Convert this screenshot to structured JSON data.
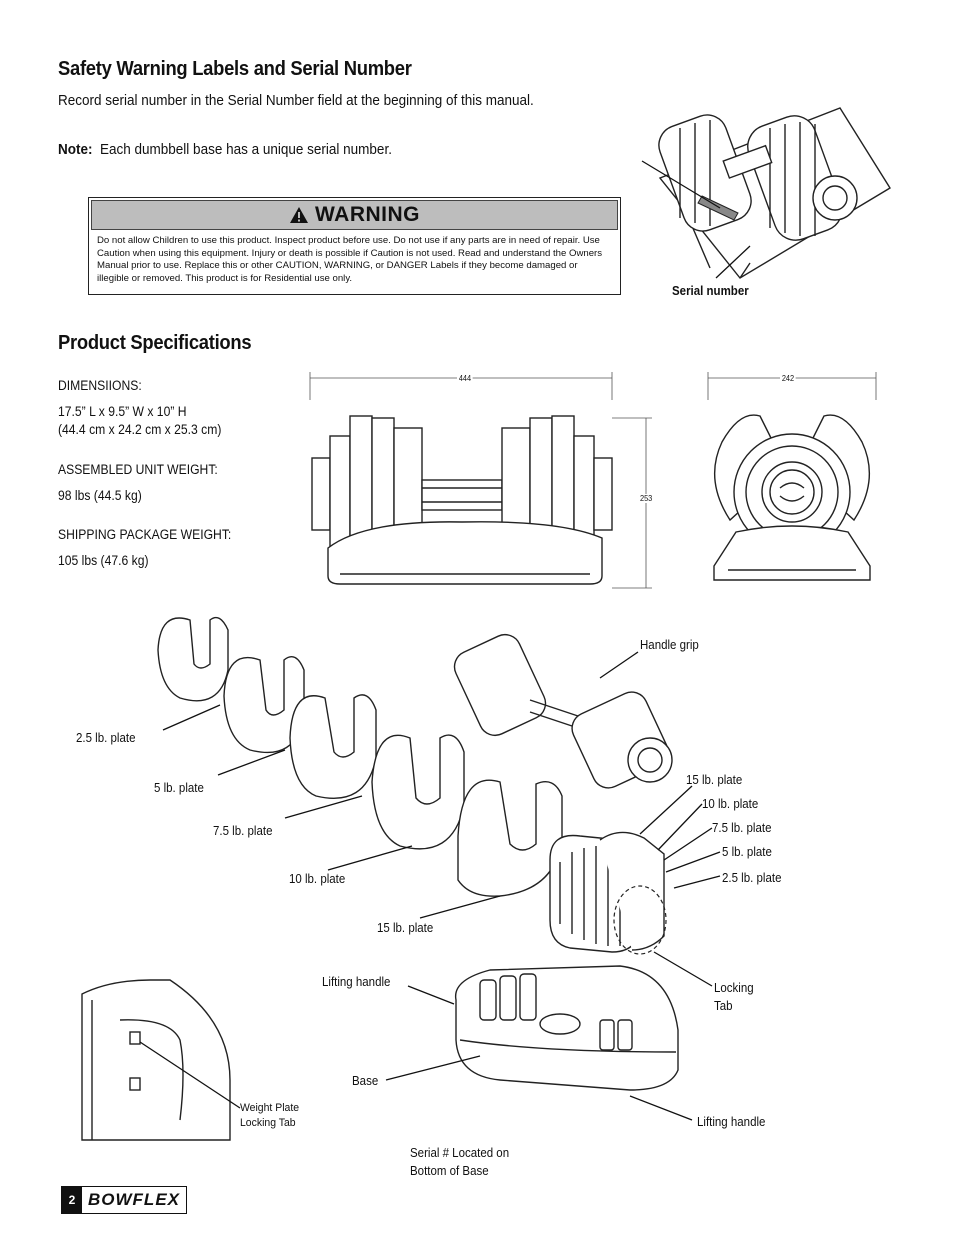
{
  "safety": {
    "title": "Safety Warning Labels and Serial Number",
    "intro": "Record serial number in the Serial Number field at the beginning of this manual.",
    "note_label": "Note:",
    "note_text": "Each dumbbell base has a unique serial number."
  },
  "warning": {
    "heading": "WARNING",
    "body": "Do not allow Children to use this product. Inspect product before use. Do not use if any parts are in need of repair. Use Caution when using this equipment.  Injury or death is possible if Caution is not used. Read and understand the Owners Manual prior to use. Replace this or other CAUTION, WARNING, or DANGER Labels if they become damaged or illegible or removed. This product is for Residential use only."
  },
  "serial_callout": "Serial number",
  "specs": {
    "title": "Product Specifications",
    "dimensions_label": "DIMENSIIONS:",
    "dimensions_in": "17.5” L x 9.5” W x 10” H",
    "dimensions_cm": "(44.4 cm x 24.2 cm x 25.3 cm)",
    "assembled_label": "ASSEMBLED UNIT WEIGHT:",
    "assembled_value": "98 lbs (44.5 kg)",
    "shipping_label": "SHIPPING PACKAGE WEIGHT:",
    "shipping_value": "105 lbs (47.6 kg)"
  },
  "drawing_dims": {
    "length": "444",
    "height": "253",
    "width": "242"
  },
  "callouts": {
    "handle_grip": "Handle grip",
    "left_plates": [
      "2.5 lb. plate",
      "5 lb. plate",
      "7.5 lb. plate",
      "10 lb. plate",
      "15 lb. plate"
    ],
    "right_plates": [
      "15 lb. plate",
      "10 lb. plate",
      "7.5 lb. plate",
      "5 lb. plate",
      "2.5 lb. plate"
    ],
    "locking_tab_1": "Locking",
    "locking_tab_2": "Tab",
    "lifting_handle_top": "Lifting handle",
    "base": "Base",
    "lifting_handle_bottom": "Lifting handle",
    "serial_located_1": "Serial # Located on",
    "serial_located_2": "Bottom of Base",
    "weight_plate_tab_1": "Weight Plate",
    "weight_plate_tab_2": "Locking Tab"
  },
  "footer": {
    "page_number": "2",
    "brand": "BOWFLEX"
  }
}
